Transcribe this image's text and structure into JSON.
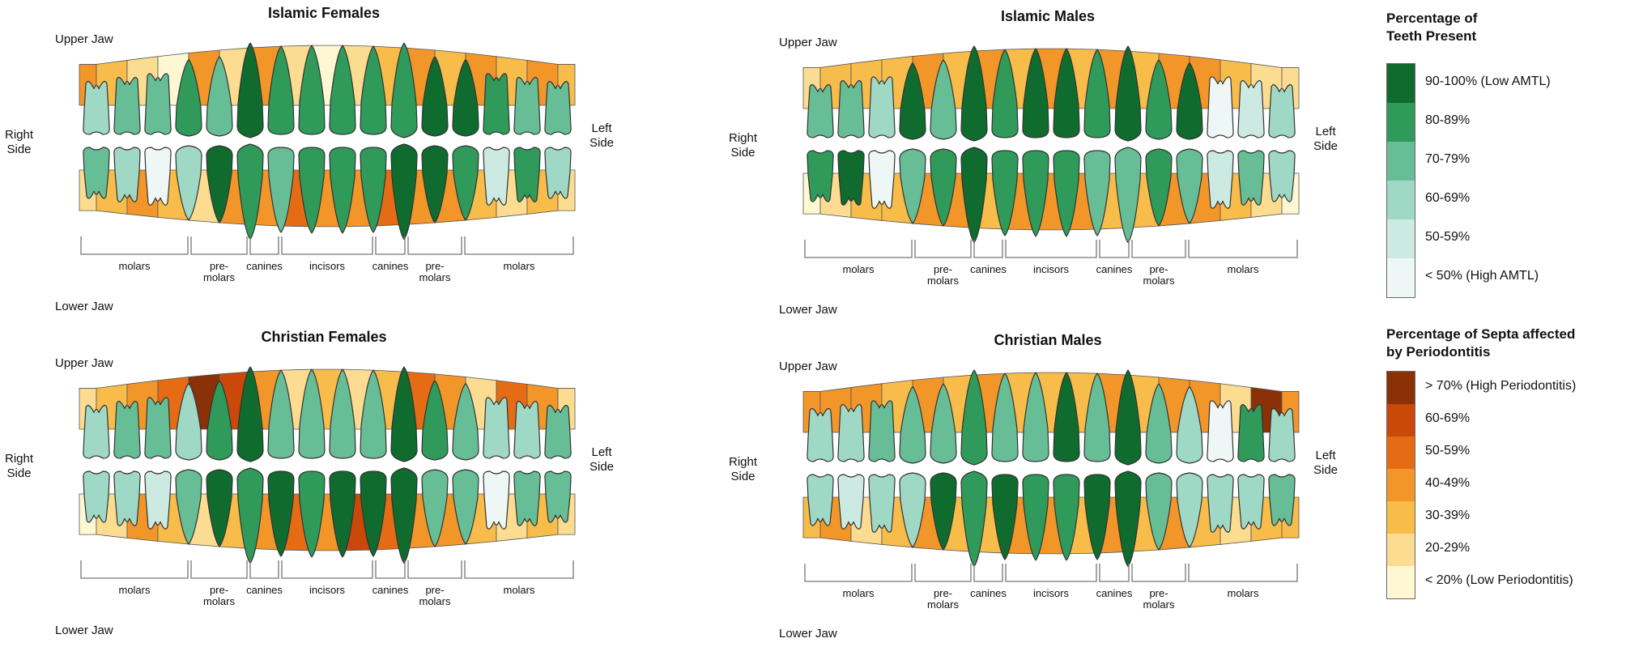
{
  "panels": [
    {
      "title": "Islamic Females",
      "upper_label": "Upper Jaw",
      "lower_label": "Lower Jaw",
      "right_label": "Right\nSide",
      "left_label": "Left\nSide"
    },
    {
      "title": "Islamic Males",
      "upper_label": "Upper Jaw",
      "lower_label": "Lower Jaw",
      "right_label": "Right\nSide",
      "left_label": "Left\nSide"
    },
    {
      "title": "Christian Females",
      "upper_label": "Upper Jaw",
      "lower_label": "Lower Jaw",
      "right_label": "Right\nSide",
      "left_label": "Left\nSide"
    },
    {
      "title": "Christian Males",
      "upper_label": "Upper Jaw",
      "lower_label": "Lower Jaw",
      "right_label": "Right\nSide",
      "left_label": "Left\nSide"
    }
  ],
  "groups": [
    "molars",
    "pre-\nmolars",
    "canines",
    "incisors",
    "canines",
    "pre-\nmolars",
    "molars"
  ],
  "legend_teeth": {
    "title": "Percentage of\nTeeth Present",
    "items": [
      {
        "label": "90-100% (Low AMTL)",
        "color": "#0f6b2e"
      },
      {
        "label": "80-89%",
        "color": "#2f9a5a"
      },
      {
        "label": "70-79%",
        "color": "#67bd95"
      },
      {
        "label": "60-69%",
        "color": "#9fd8c5"
      },
      {
        "label": "50-59%",
        "color": "#cdeae2"
      },
      {
        "label": "< 50% (High AMTL)",
        "color": "#eef7f5"
      }
    ]
  },
  "legend_perio": {
    "title": "Percentage of Septa affected\nby Periodontitis",
    "items": [
      {
        "label": "> 70% (High Periodontitis)",
        "color": "#8a3108"
      },
      {
        "label": "60-69%",
        "color": "#c9480a"
      },
      {
        "label": "50-59%",
        "color": "#e56c14"
      },
      {
        "label": "40-49%",
        "color": "#f2962a"
      },
      {
        "label": "30-39%",
        "color": "#f8bc4a"
      },
      {
        "label": "20-29%",
        "color": "#fcdc90"
      },
      {
        "label": "< 20% (Low Periodontitis)",
        "color": "#fef8d2"
      }
    ]
  },
  "tooth_levels": [
    {
      "upper": [
        3,
        2,
        2,
        1,
        2,
        0,
        1,
        1,
        1,
        1,
        1,
        0,
        0,
        1,
        2,
        2
      ],
      "lower": [
        2,
        3,
        5,
        3,
        0,
        1,
        2,
        1,
        1,
        1,
        0,
        0,
        1,
        4,
        1,
        3
      ],
      "upper_septa": [
        3,
        2,
        1,
        0,
        3,
        1,
        3,
        1,
        0,
        1,
        2,
        3,
        2,
        3,
        2,
        3,
        2
      ],
      "lower_septa": [
        1,
        2,
        3,
        2,
        1,
        3,
        3,
        4,
        3,
        3,
        4,
        3,
        3,
        2,
        1,
        2,
        1
      ]
    },
    {
      "upper": [
        2,
        2,
        3,
        0,
        2,
        0,
        1,
        0,
        0,
        1,
        0,
        1,
        0,
        5,
        4,
        3
      ],
      "lower": [
        1,
        0,
        5,
        2,
        1,
        0,
        1,
        1,
        1,
        2,
        2,
        1,
        2,
        4,
        2,
        3
      ],
      "upper_septa": [
        1,
        2,
        2,
        2,
        3,
        2,
        3,
        2,
        3,
        2,
        3,
        2,
        3,
        3,
        2,
        1,
        1
      ],
      "lower_septa": [
        0,
        1,
        2,
        2,
        3,
        3,
        2,
        3,
        3,
        3,
        2,
        2,
        3,
        3,
        2,
        1,
        0
      ]
    },
    {
      "upper": [
        3,
        2,
        2,
        3,
        1,
        0,
        2,
        2,
        2,
        2,
        0,
        1,
        2,
        3,
        3,
        2
      ],
      "lower": [
        3,
        3,
        4,
        2,
        0,
        1,
        0,
        1,
        0,
        0,
        0,
        2,
        2,
        5,
        2,
        2
      ],
      "upper_septa": [
        1,
        2,
        3,
        4,
        6,
        5,
        3,
        1,
        2,
        1,
        2,
        4,
        3,
        1,
        4,
        3,
        1
      ],
      "lower_septa": [
        0,
        1,
        3,
        2,
        1,
        2,
        3,
        4,
        3,
        5,
        4,
        3,
        3,
        2,
        1,
        2,
        1
      ]
    },
    {
      "upper": [
        3,
        3,
        2,
        2,
        2,
        1,
        2,
        2,
        0,
        2,
        0,
        2,
        3,
        5,
        1,
        3
      ],
      "lower": [
        3,
        4,
        3,
        3,
        0,
        1,
        0,
        1,
        1,
        0,
        0,
        2,
        3,
        3,
        3,
        2
      ],
      "upper_septa": [
        3,
        3,
        3,
        2,
        3,
        2,
        3,
        2,
        2,
        2,
        3,
        2,
        3,
        3,
        1,
        6,
        3
      ],
      "lower_septa": [
        2,
        3,
        1,
        2,
        3,
        2,
        2,
        3,
        3,
        2,
        3,
        2,
        3,
        2,
        1,
        2,
        2
      ]
    }
  ]
}
